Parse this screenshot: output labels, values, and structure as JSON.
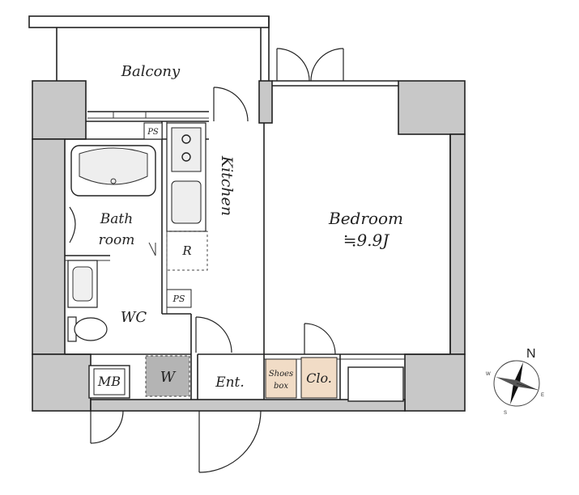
{
  "labels": {
    "balcony": "Balcony",
    "kitchen": "Kitchen",
    "bedroom": "Bedroom",
    "bedroom_size": "≒9.9J",
    "bath_line1": "Bath",
    "bath_line2": "room",
    "refrigerator": "R",
    "ps_upper": "PS",
    "ps_lower": "PS",
    "wc": "WC",
    "mb": "MB",
    "washer": "W",
    "entrance": "Ent.",
    "shoes_line1": "Shoes",
    "shoes_line2": "box",
    "closet": "Clo."
  },
  "compass": {
    "north": "N",
    "east": "E",
    "south": "S",
    "west": "W"
  },
  "colors": {
    "wall": "#c8c8c8",
    "washer_area": "#b4b4b4",
    "shoes_box": "#f1dcc6",
    "closet": "#f1dcc6",
    "line": "#222222"
  }
}
